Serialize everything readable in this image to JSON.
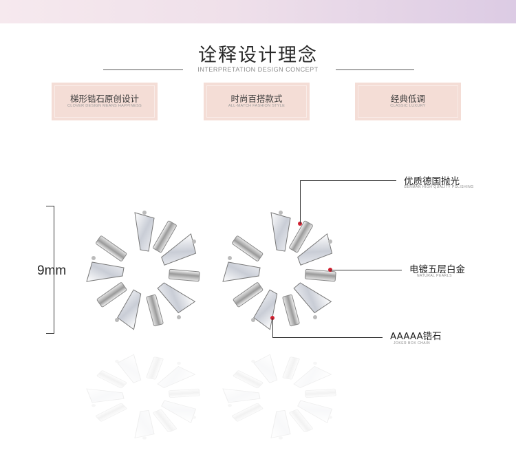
{
  "header": {
    "title": "诠释设计理念",
    "subtitle": "INTERPRETATION DESIGN CONCEPT"
  },
  "tags": [
    {
      "cn": "梯形锆石原创设计",
      "en": "CLOVER DESIGN MEANS HAPPINESS"
    },
    {
      "cn": "时尚百搭款式",
      "en": "ALL-MATCH FASHION STYLE"
    },
    {
      "cn": "经典低调",
      "en": "CLASSIC LUXURY"
    }
  ],
  "dimension": {
    "label": "9mm"
  },
  "callouts": [
    {
      "cn": "优质德国抛光",
      "en": "GERMAN HIGH QUALITY POLISHING"
    },
    {
      "cn": "电镀五层白金",
      "en": "NATURAL PEARLS"
    },
    {
      "cn": "AAAAA锆石",
      "en": "JOKER BOX CHAIN"
    }
  ],
  "colors": {
    "topbar_start": "#f6e9ee",
    "topbar_end": "#dccbe4",
    "tag_background": "#f4ddd6",
    "callout_dot": "#d02030"
  },
  "icons": [
    "earring-image",
    "earring-image",
    "earring-reflection",
    "earring-reflection"
  ]
}
